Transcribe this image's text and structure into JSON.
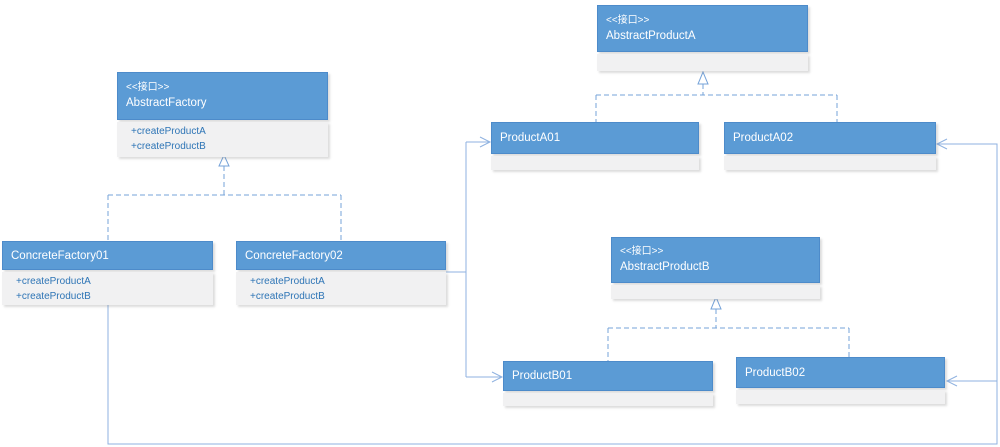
{
  "diagram_type": "uml-class-diagram",
  "pattern": "Abstract Factory",
  "colors": {
    "node_header": "#5b9bd5",
    "node_border": "#4d8bca",
    "node_body": "#f1f1f2",
    "header_text": "#ffffff",
    "method_text": "#2e75b6",
    "edge": "#76a3d9"
  },
  "nodes": {
    "abstract_factory": {
      "stereotype": "<<接口>>",
      "name": "AbstractFactory",
      "methods": [
        "+createProductA",
        "+createProductB"
      ]
    },
    "concrete_factory_01": {
      "name": "ConcreteFactory01",
      "methods": [
        "+createProductA",
        "+createProductB"
      ]
    },
    "concrete_factory_02": {
      "name": "ConcreteFactory02",
      "methods": [
        "+createProductA",
        "+createProductB"
      ]
    },
    "abstract_product_a": {
      "stereotype": "<<接口>>",
      "name": "AbstractProductA",
      "methods": []
    },
    "product_a01": {
      "name": "ProductA01",
      "methods": []
    },
    "product_a02": {
      "name": "ProductA02",
      "methods": []
    },
    "abstract_product_b": {
      "stereotype": "<<接口>>",
      "name": "AbstractProductB",
      "methods": []
    },
    "product_b01": {
      "name": "ProductB01",
      "methods": []
    },
    "product_b02": {
      "name": "ProductB02",
      "methods": []
    }
  },
  "edges": [
    {
      "from": "ConcreteFactory01",
      "to": "AbstractFactory",
      "type": "realization"
    },
    {
      "from": "ConcreteFactory02",
      "to": "AbstractFactory",
      "type": "realization"
    },
    {
      "from": "ProductA01",
      "to": "AbstractProductA",
      "type": "realization"
    },
    {
      "from": "ProductA02",
      "to": "AbstractProductA",
      "type": "realization"
    },
    {
      "from": "ProductB01",
      "to": "AbstractProductB",
      "type": "realization"
    },
    {
      "from": "ProductB02",
      "to": "AbstractProductB",
      "type": "realization"
    },
    {
      "from": "ConcreteFactory02",
      "to": "ProductA01",
      "type": "association"
    },
    {
      "from": "ConcreteFactory02",
      "to": "ProductB01",
      "type": "association"
    },
    {
      "from": "ConcreteFactory01",
      "to": "ProductA02",
      "type": "association"
    },
    {
      "from": "ConcreteFactory01",
      "to": "ProductB02",
      "type": "association"
    }
  ]
}
